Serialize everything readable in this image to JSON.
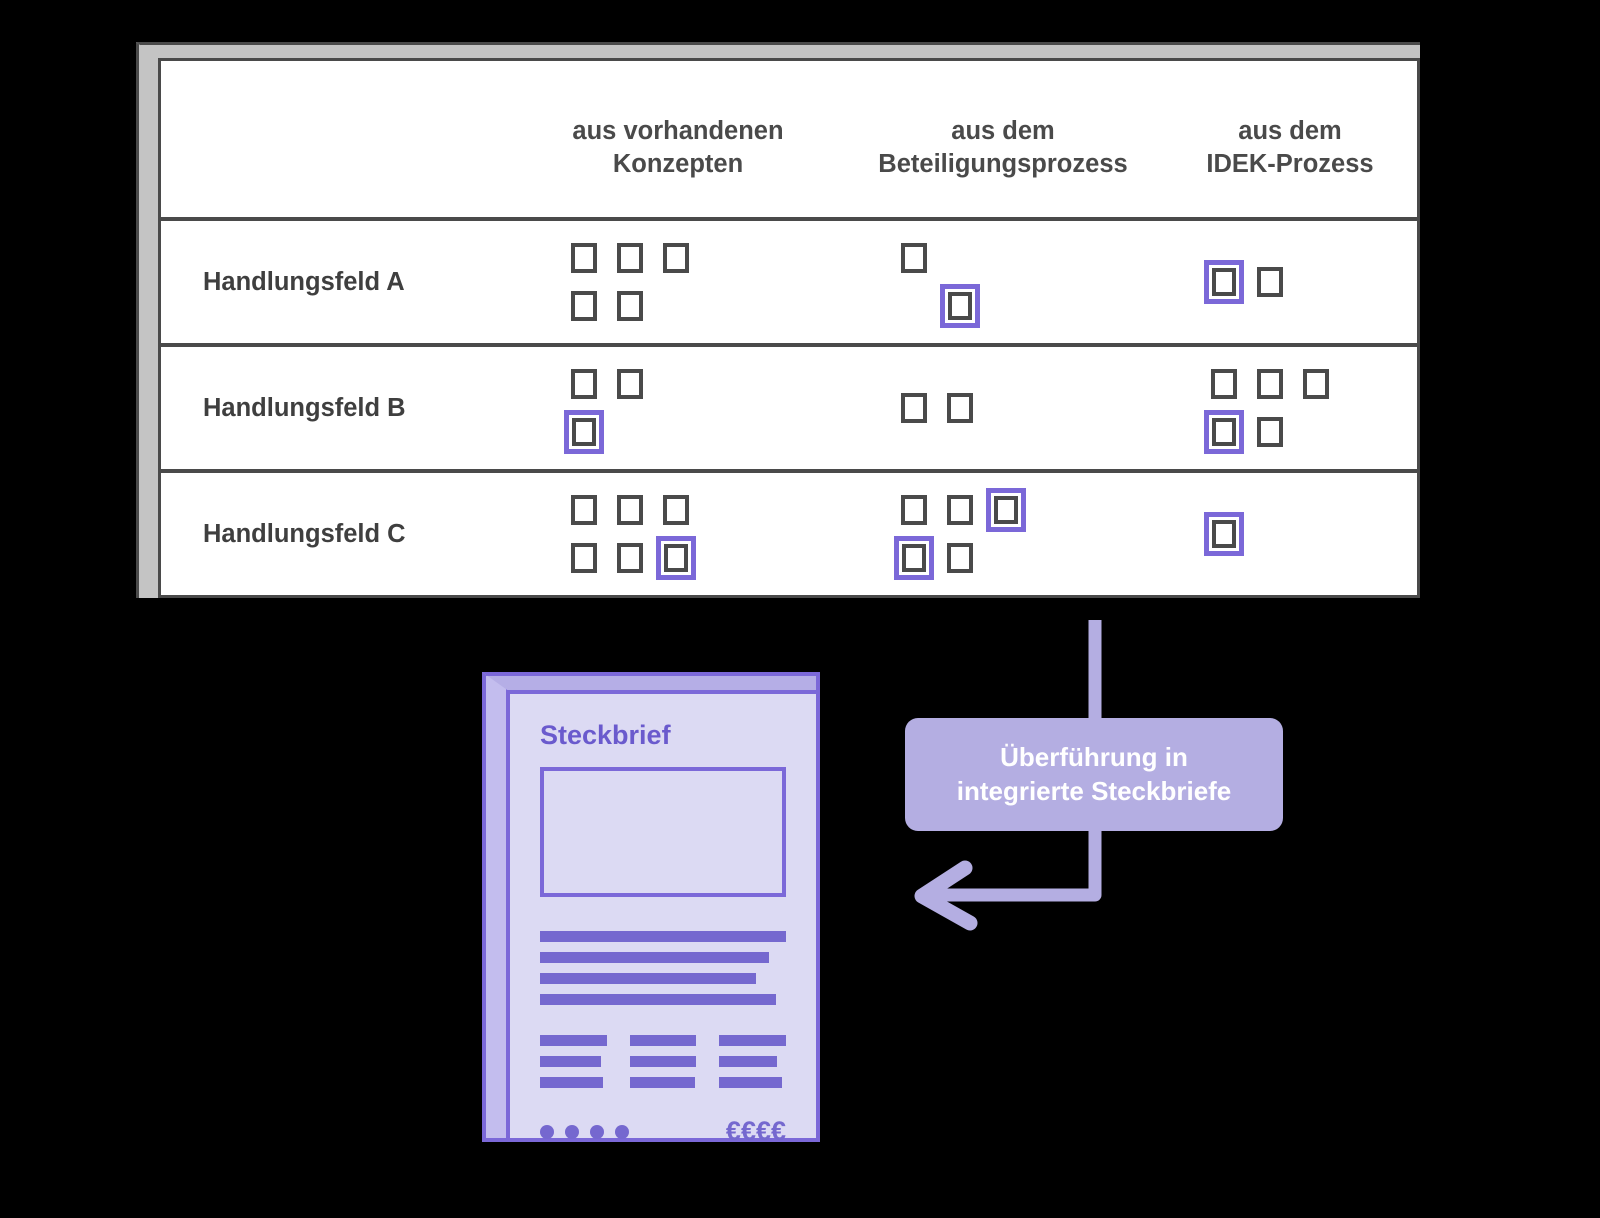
{
  "diagram": {
    "title": "Überführung in integrierte Steckbriefe",
    "accent_color": "#7b68d8",
    "highlight_color": "#b4aee2",
    "table_border_color": "#4a4a4a"
  },
  "matrix": {
    "columns": [
      {
        "id": "col-konzepte",
        "label_line1": "aus vorhandenen",
        "label_line2": "Konzepten"
      },
      {
        "id": "col-beteiligung",
        "label_line1": "aus dem",
        "label_line2": "Beteiligungsprozess"
      },
      {
        "id": "col-idek",
        "label_line1": "aus dem",
        "label_line2": "IDEK-Prozess"
      }
    ],
    "rows": [
      {
        "label": "Handlungsfeld A",
        "cells": [
          {
            "top": [
              "plain",
              "plain",
              "plain"
            ],
            "bottom": [
              "plain",
              "plain"
            ]
          },
          {
            "top": [
              "plain"
            ],
            "bottom": [
              "empty",
              "highlight"
            ]
          },
          {
            "top": [],
            "bottom": [
              "highlight",
              "plain"
            ]
          }
        ]
      },
      {
        "label": "Handlungsfeld B",
        "cells": [
          {
            "top": [
              "plain",
              "plain"
            ],
            "bottom": [
              "highlight"
            ]
          },
          {
            "top": [
              "plain",
              "plain"
            ],
            "bottom": []
          },
          {
            "top": [
              "plain",
              "plain",
              "plain"
            ],
            "bottom": [
              "highlight",
              "plain"
            ]
          }
        ]
      },
      {
        "label": "Handlungsfeld C",
        "cells": [
          {
            "top": [
              "plain",
              "plain",
              "plain"
            ],
            "bottom": [
              "plain",
              "plain",
              "highlight"
            ]
          },
          {
            "top": [
              "plain",
              "plain",
              "highlight"
            ],
            "bottom": [
              "highlight",
              "plain"
            ]
          },
          {
            "top": [
              "highlight"
            ],
            "bottom": []
          }
        ]
      }
    ]
  },
  "steckbrief": {
    "title": "Steckbrief",
    "image_placeholder": "image-placeholder",
    "text_lines": [
      100,
      93,
      88,
      96
    ],
    "detail_columns": [
      [
        100,
        92,
        94
      ],
      [
        100,
        108,
        98
      ],
      [
        100,
        86,
        94
      ]
    ],
    "dots_count": 4,
    "cost_symbols": "€€€€"
  },
  "callout": {
    "line1": "Überführung in",
    "line2": "integrierte Steckbriefe",
    "arrow_direction": "left"
  }
}
